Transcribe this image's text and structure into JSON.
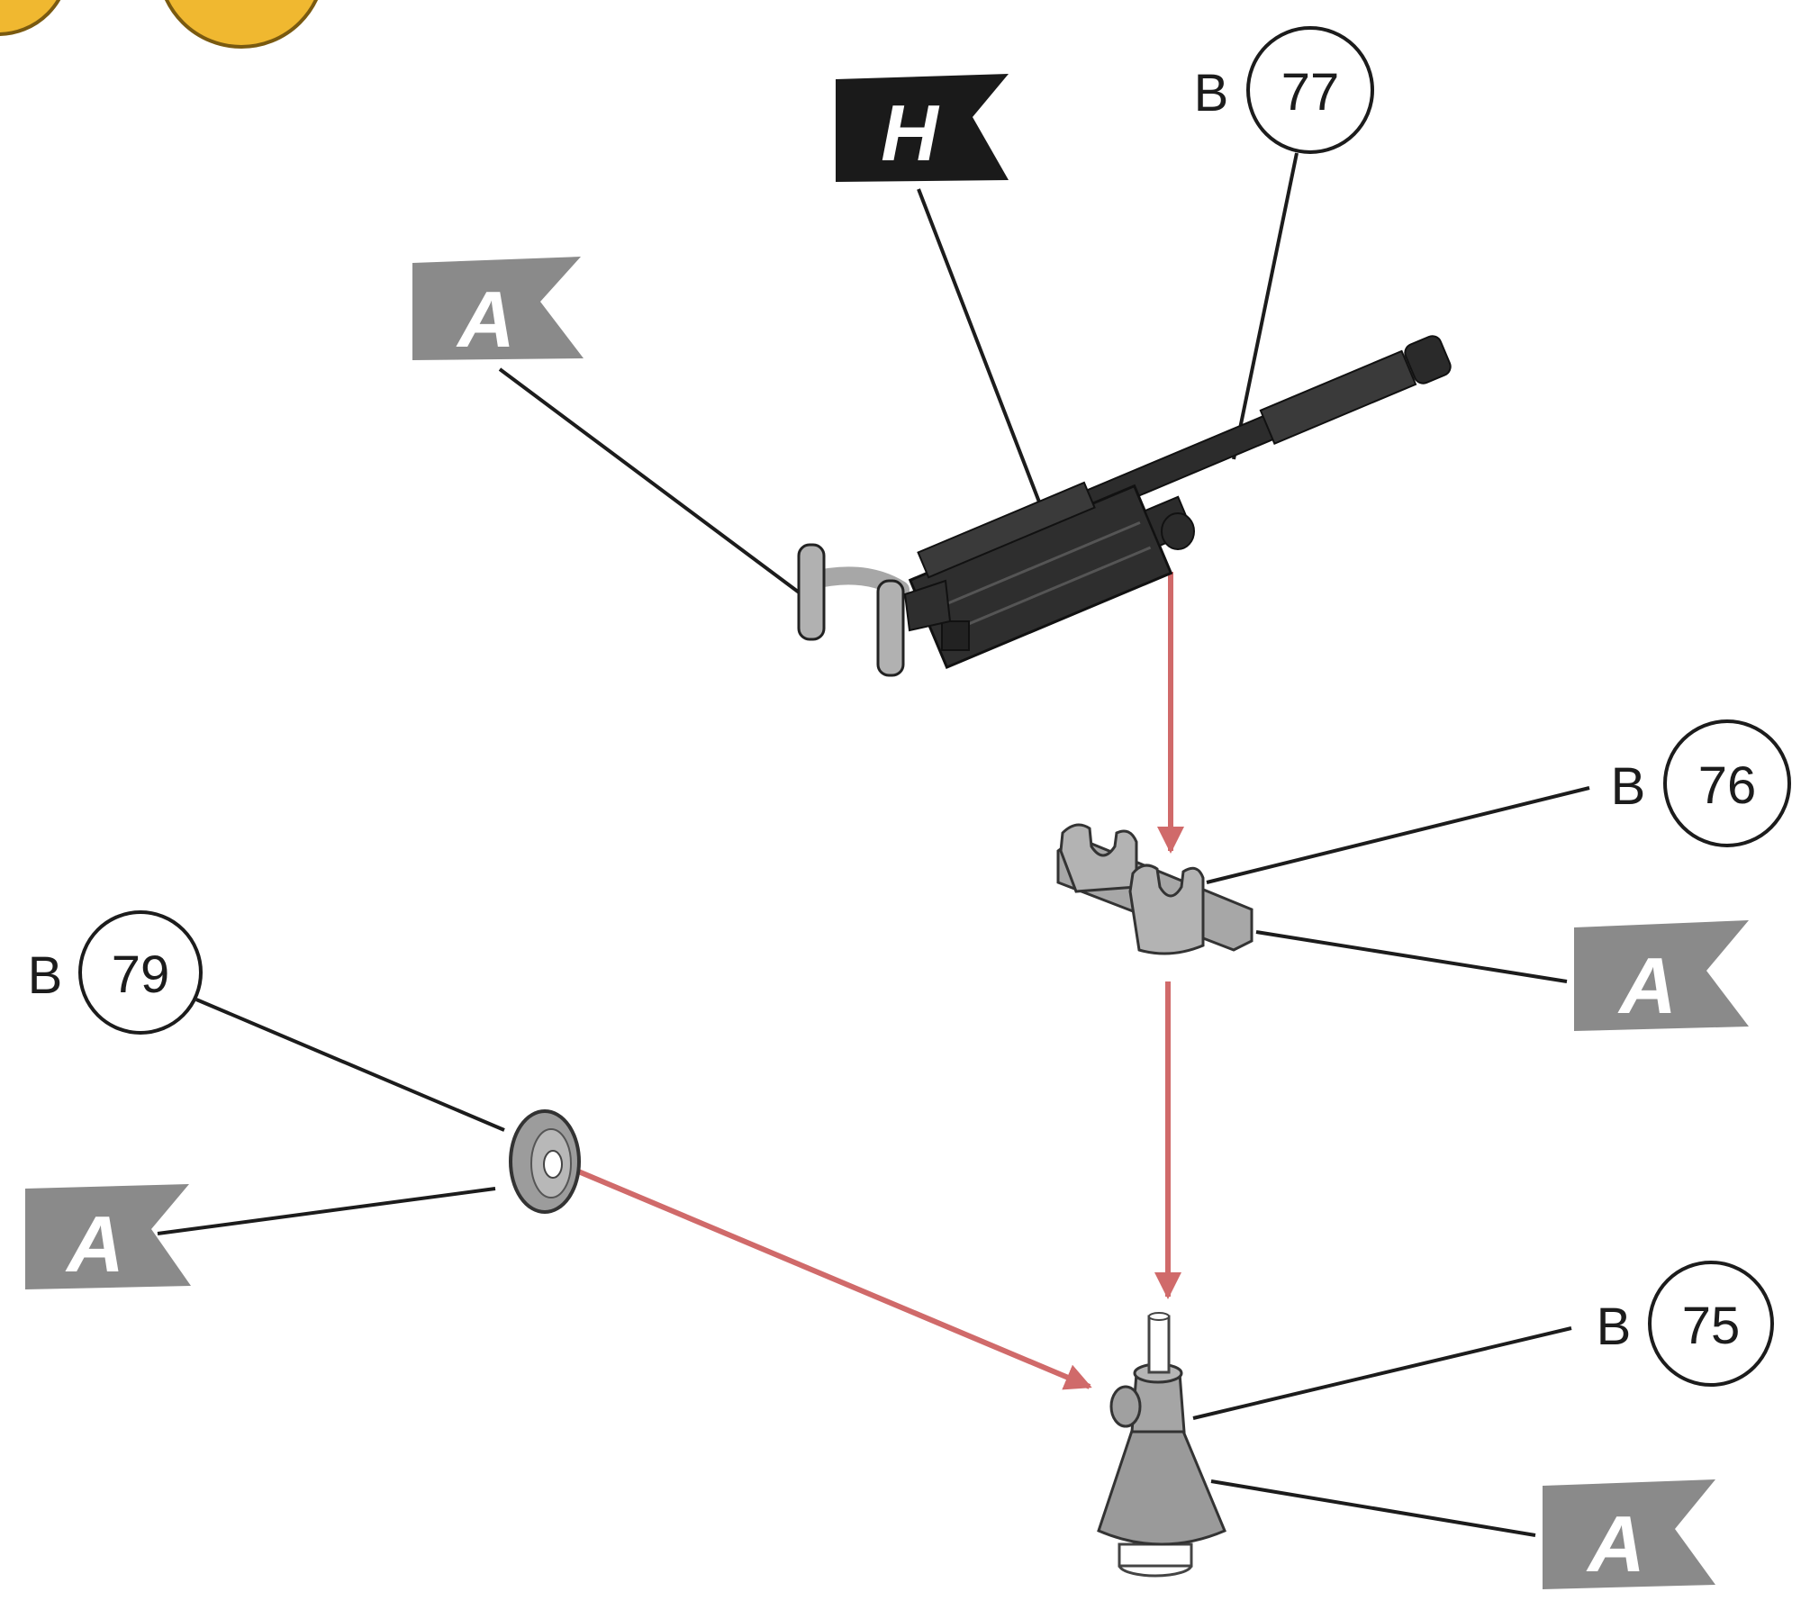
{
  "parts": [
    {
      "id": "b77",
      "sprue": "B",
      "number": "77"
    },
    {
      "id": "b76",
      "sprue": "B",
      "number": "76"
    },
    {
      "id": "b79",
      "sprue": "B",
      "number": "79"
    },
    {
      "id": "b75",
      "sprue": "B",
      "number": "75"
    }
  ],
  "flags": [
    {
      "id": "h",
      "letter": "H",
      "color": "#1a1a1a"
    },
    {
      "id": "a1",
      "letter": "A",
      "color": "#8a8a8a"
    },
    {
      "id": "a2",
      "letter": "A",
      "color": "#8a8a8a"
    },
    {
      "id": "a3",
      "letter": "A",
      "color": "#8a8a8a"
    },
    {
      "id": "a4",
      "letter": "A",
      "color": "#8a8a8a"
    }
  ],
  "colors": {
    "arrow": "#d06a6a",
    "part_gray": "#a7a7a7",
    "gun_dark": "#2c2c2c",
    "leader_line": "#1c1c1c",
    "corner_disc": "#f0b830"
  }
}
